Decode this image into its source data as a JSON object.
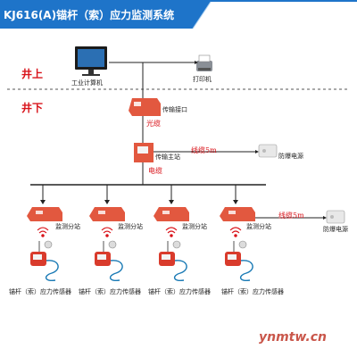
{
  "title": "KJ616(A)锚杆（索）应力监测系统",
  "zones": {
    "above": "井上",
    "below": "井下"
  },
  "labels": {
    "computer": "工业计算机",
    "printer": "打印机",
    "interface": "传输接口",
    "fiber": "光缆",
    "station": "传输主站",
    "cable_main": "电缆",
    "cable_5m_top": "线缆5m",
    "power_top": "防爆电源",
    "substation": "监测分站",
    "sensor": "锚杆（索）应力传感器",
    "cable_5m_bottom": "线缆5m",
    "power_bottom": "防爆电源"
  },
  "watermark": "ynmtw.cn",
  "colors": {
    "brand": "#1e74c9",
    "accent": "#d9141b",
    "device": "#e2583f"
  }
}
